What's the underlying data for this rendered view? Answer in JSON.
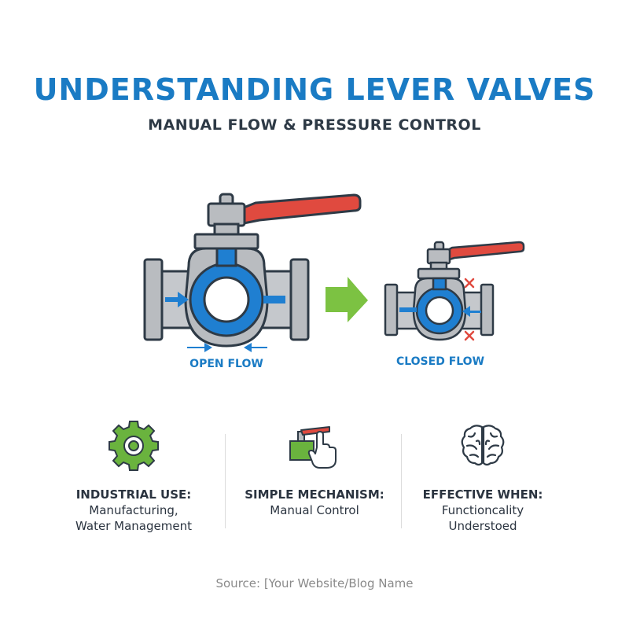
{
  "header": {
    "title": "UNDERSTANDING LEVER VALVES",
    "subtitle": "MANUAL FLOW & PRESSURE CONTROL"
  },
  "diagram": {
    "open_label": "OPEN FLOW",
    "closed_label": "CLOSED FLOW"
  },
  "features": [
    {
      "icon": "gear-icon",
      "title": "INDUSTRIAL USE:",
      "lines": [
        "Manufacturing,",
        "Water Management"
      ]
    },
    {
      "icon": "hand-valve-icon",
      "title": "SIMPLE MECHANISM:",
      "lines": [
        "Manual Control"
      ]
    },
    {
      "icon": "brain-icon",
      "title": "EFFECTIVE WHEN:",
      "lines": [
        "Functioncality",
        "Understoed"
      ]
    }
  ],
  "footer": {
    "source": "Source: [Your Website/Blog Name"
  },
  "colors": {
    "title_blue": "#1a7bc4",
    "lever_red": "#e04a3f",
    "body_gray": "#b9bcc0",
    "outline": "#2e3a46",
    "flow_blue": "#1f7fd1",
    "arrow_green": "#7cc242"
  }
}
